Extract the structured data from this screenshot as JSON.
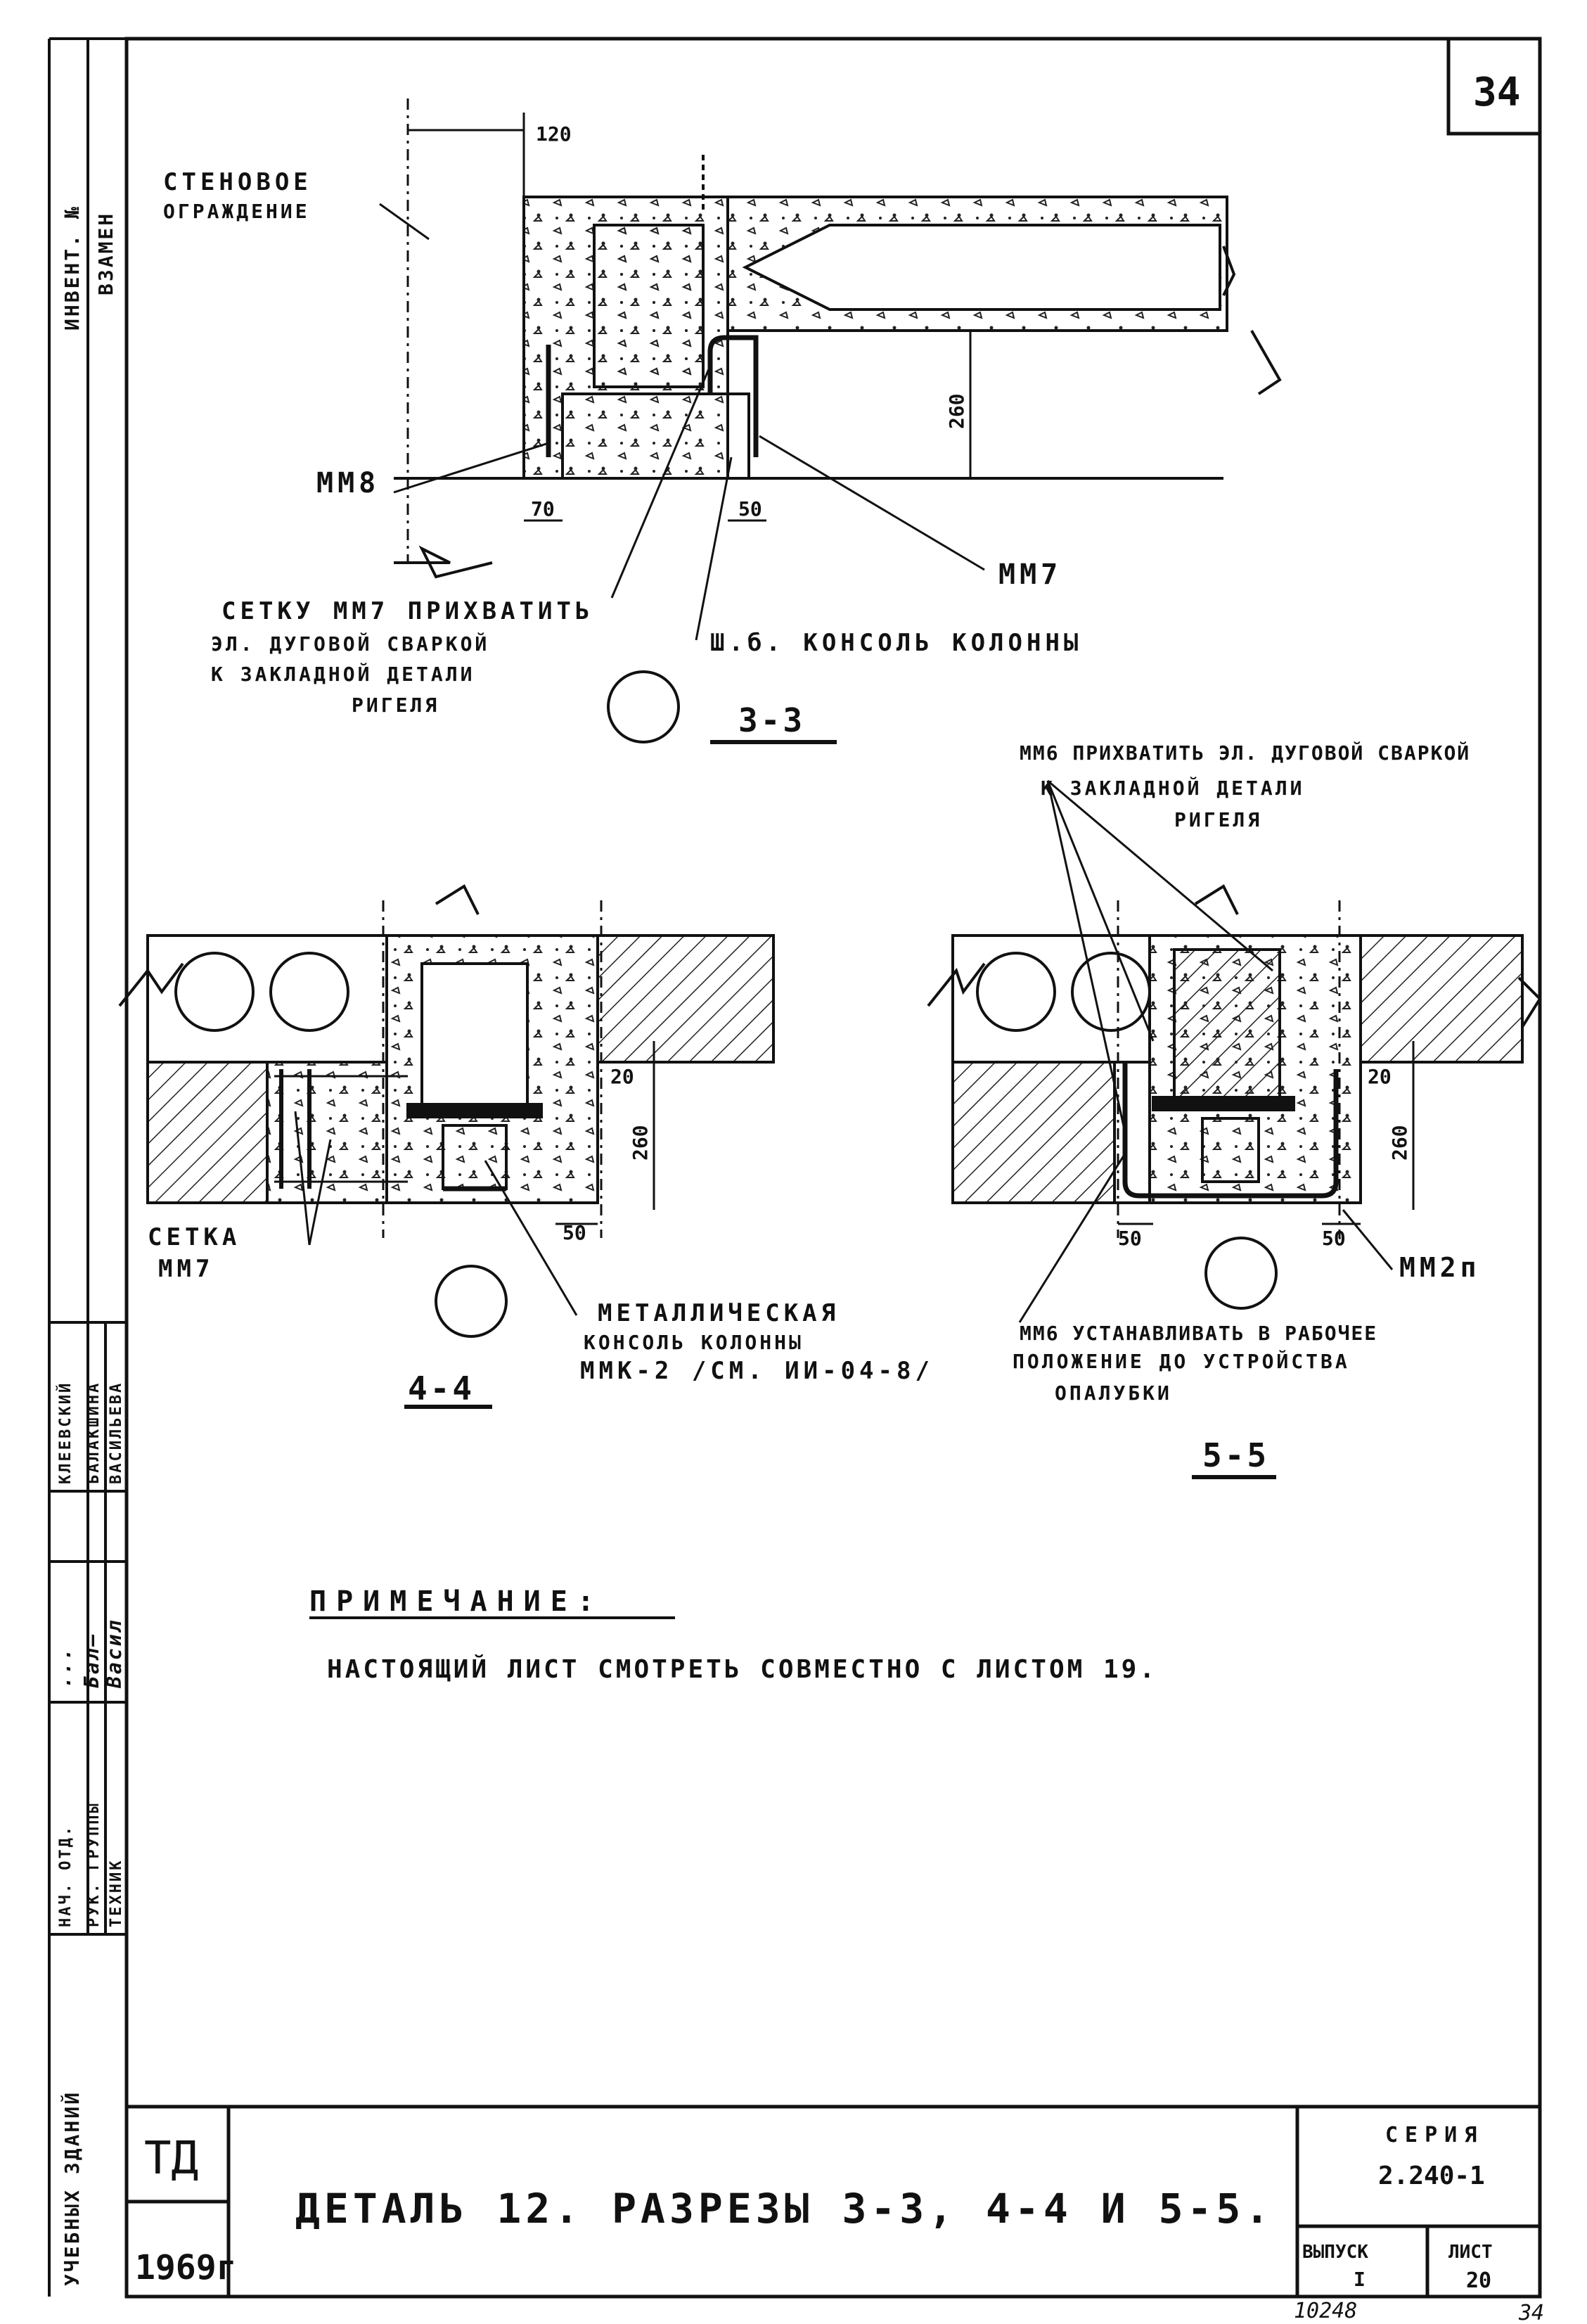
{
  "sheet_number": "34",
  "sheet_number_bottom": "34",
  "archive_number": "10248",
  "side_block": {
    "inv_label": "ИНВЕНТ. №",
    "vzamen": "ВЗАМЕН",
    "series_name": "УЧЕБНЫХ ЗДАНИЙ",
    "roles": [
      "НАЧ. ОТД.",
      "РУК. ГРУППЫ",
      "ТЕХНИК"
    ],
    "signatures": [
      "...",
      "Бал—",
      "Васил"
    ],
    "names": [
      "КЛЕЕВСКИЙ",
      "БАЛАКШИНА",
      "ВАСИЛЬЕВА"
    ]
  },
  "section_33": {
    "label": "3-3",
    "dims": {
      "top": "120",
      "left_bottom": "70",
      "right_bottom": "50",
      "height": "260"
    },
    "labels": {
      "wall_line1": "СТЕНОВОЕ",
      "wall_line2": "ОГРАЖДЕНИЕ",
      "mm8": "ММ8",
      "mm7": "ММ7",
      "note_line1": "СЕТКУ ММ7 ПРИХВАТИТЬ",
      "note_line2": "ЭЛ. ДУГОВОЙ СВАРКОЙ",
      "note_line3": "К ЗАКЛАДНОЙ ДЕТАЛИ",
      "note_line4": "РИГЕЛЯ",
      "console": "Ш.б. КОНСОЛЬ КОЛОННЫ"
    }
  },
  "section_44": {
    "label": "4-4",
    "dims": {
      "top": "20",
      "height": "260",
      "bottom": "50"
    },
    "labels": {
      "mesh_line1": "СЕТКА",
      "mesh_line2": "ММ7",
      "metal_line1": "МЕТАЛЛИЧЕСКАЯ",
      "metal_line2": "КОНСОЛЬ КОЛОННЫ",
      "metal_line3": "ММК-2 /СМ. ИИ-04-8/"
    }
  },
  "section_55": {
    "label": "5-5",
    "dims": {
      "top": "20",
      "height": "260",
      "left": "50",
      "right": "50"
    },
    "labels": {
      "top_line1": "ММ6 ПРИХВАТИТЬ ЭЛ. ДУГОВОЙ СВАРКОЙ",
      "top_line2": "К ЗАКЛАДНОЙ ДЕТАЛИ",
      "top_line3": "РИГЕЛЯ",
      "mm2p": "ММ2п",
      "bottom_line1": "ММ6 УСТАНАВЛИВАТЬ В РАБОЧЕЕ",
      "bottom_line2": "ПОЛОЖЕНИЕ ДО УСТРОЙСТВА",
      "bottom_line3": "ОПАЛУБКИ"
    }
  },
  "note": {
    "heading": "ПРИМЕЧАНИЕ:",
    "text": "НАСТОЯЩИЙ ЛИСТ СМОТРЕТЬ СОВМЕСТНО С ЛИСТОМ 19."
  },
  "title_block": {
    "org": "ТД",
    "year": "1969г",
    "title": "ДЕТАЛЬ 12. РАЗРЕЗЫ 3-3, 4-4 И 5-5.",
    "series_label": "СЕРИЯ",
    "series_value": "2.240-1",
    "issue_label": "ВЫПУСК",
    "issue_value": "I",
    "sheet_label": "ЛИСТ",
    "sheet_value": "20"
  }
}
